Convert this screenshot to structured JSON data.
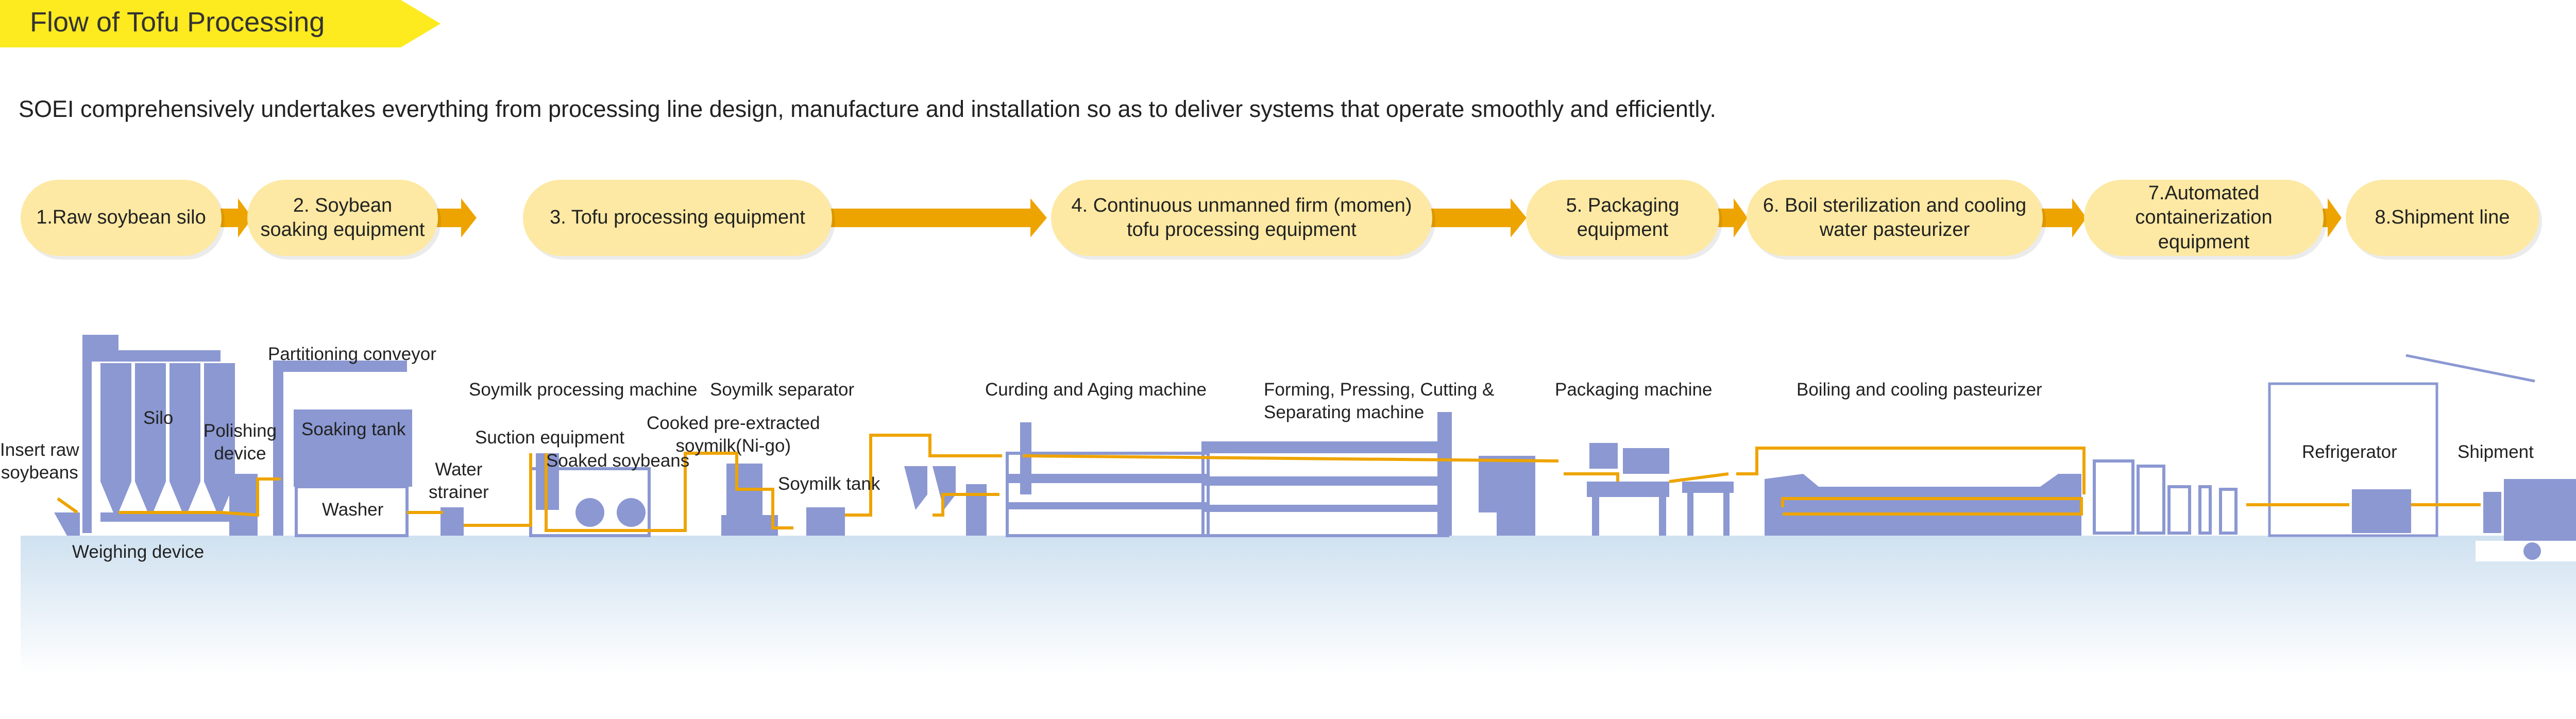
{
  "header": {
    "title": "Flow of Tofu Processing"
  },
  "intro": {
    "text": "SOEI comprehensively undertakes everything from processing line design, manufacture and installation so as to deliver systems that operate smoothly and efficiently."
  },
  "steps": [
    {
      "label": "1.Raw soybean silo"
    },
    {
      "label": "2. Soybean soaking equipment"
    },
    {
      "label": "3. Tofu processing equipment"
    },
    {
      "label": "4. Continuous unmanned firm (momen) tofu processing equipment"
    },
    {
      "label": "5. Packaging equipment"
    },
    {
      "label": "6. Boil sterilization and cooling water pasteurizer"
    },
    {
      "label": "7.Automated containerization equipment"
    },
    {
      "label": "8.Shipment line"
    }
  ],
  "labels": {
    "insert_raw": "Insert raw",
    "soybeans": "soybeans",
    "silo": "Silo",
    "polishing": "Polishing",
    "device": "device",
    "weighing": "Weighing device",
    "partitioning": "Partitioning conveyor",
    "soaking_tank": "Soaking tank",
    "washer": "Washer",
    "water": "Water",
    "strainer": "strainer",
    "soymilk_processing": "Soymilk processing machine",
    "suction": "Suction equipment",
    "soaked": "Soaked soybeans",
    "soymilk_separator": "Soymilk separator",
    "cooked": "Cooked pre-extracted",
    "nigo": "soymilk(Ni-go)",
    "soymilk_tank": "Soymilk tank",
    "curding": "Curding and Aging machine",
    "forming1": "Forming, Pressing, Cutting &",
    "forming2": "Separating machine",
    "packaging_machine": "Packaging machine",
    "boiling": "Boiling and cooling pasteurizer",
    "refrigerator": "Refrigerator",
    "shipment": "Shipment"
  },
  "colors": {
    "banner": "#fdea1f",
    "step_fill": "#fde9a3",
    "arrow": "#eea400",
    "machine": "#8b98d2",
    "floor_top": "#cfe1f0"
  }
}
